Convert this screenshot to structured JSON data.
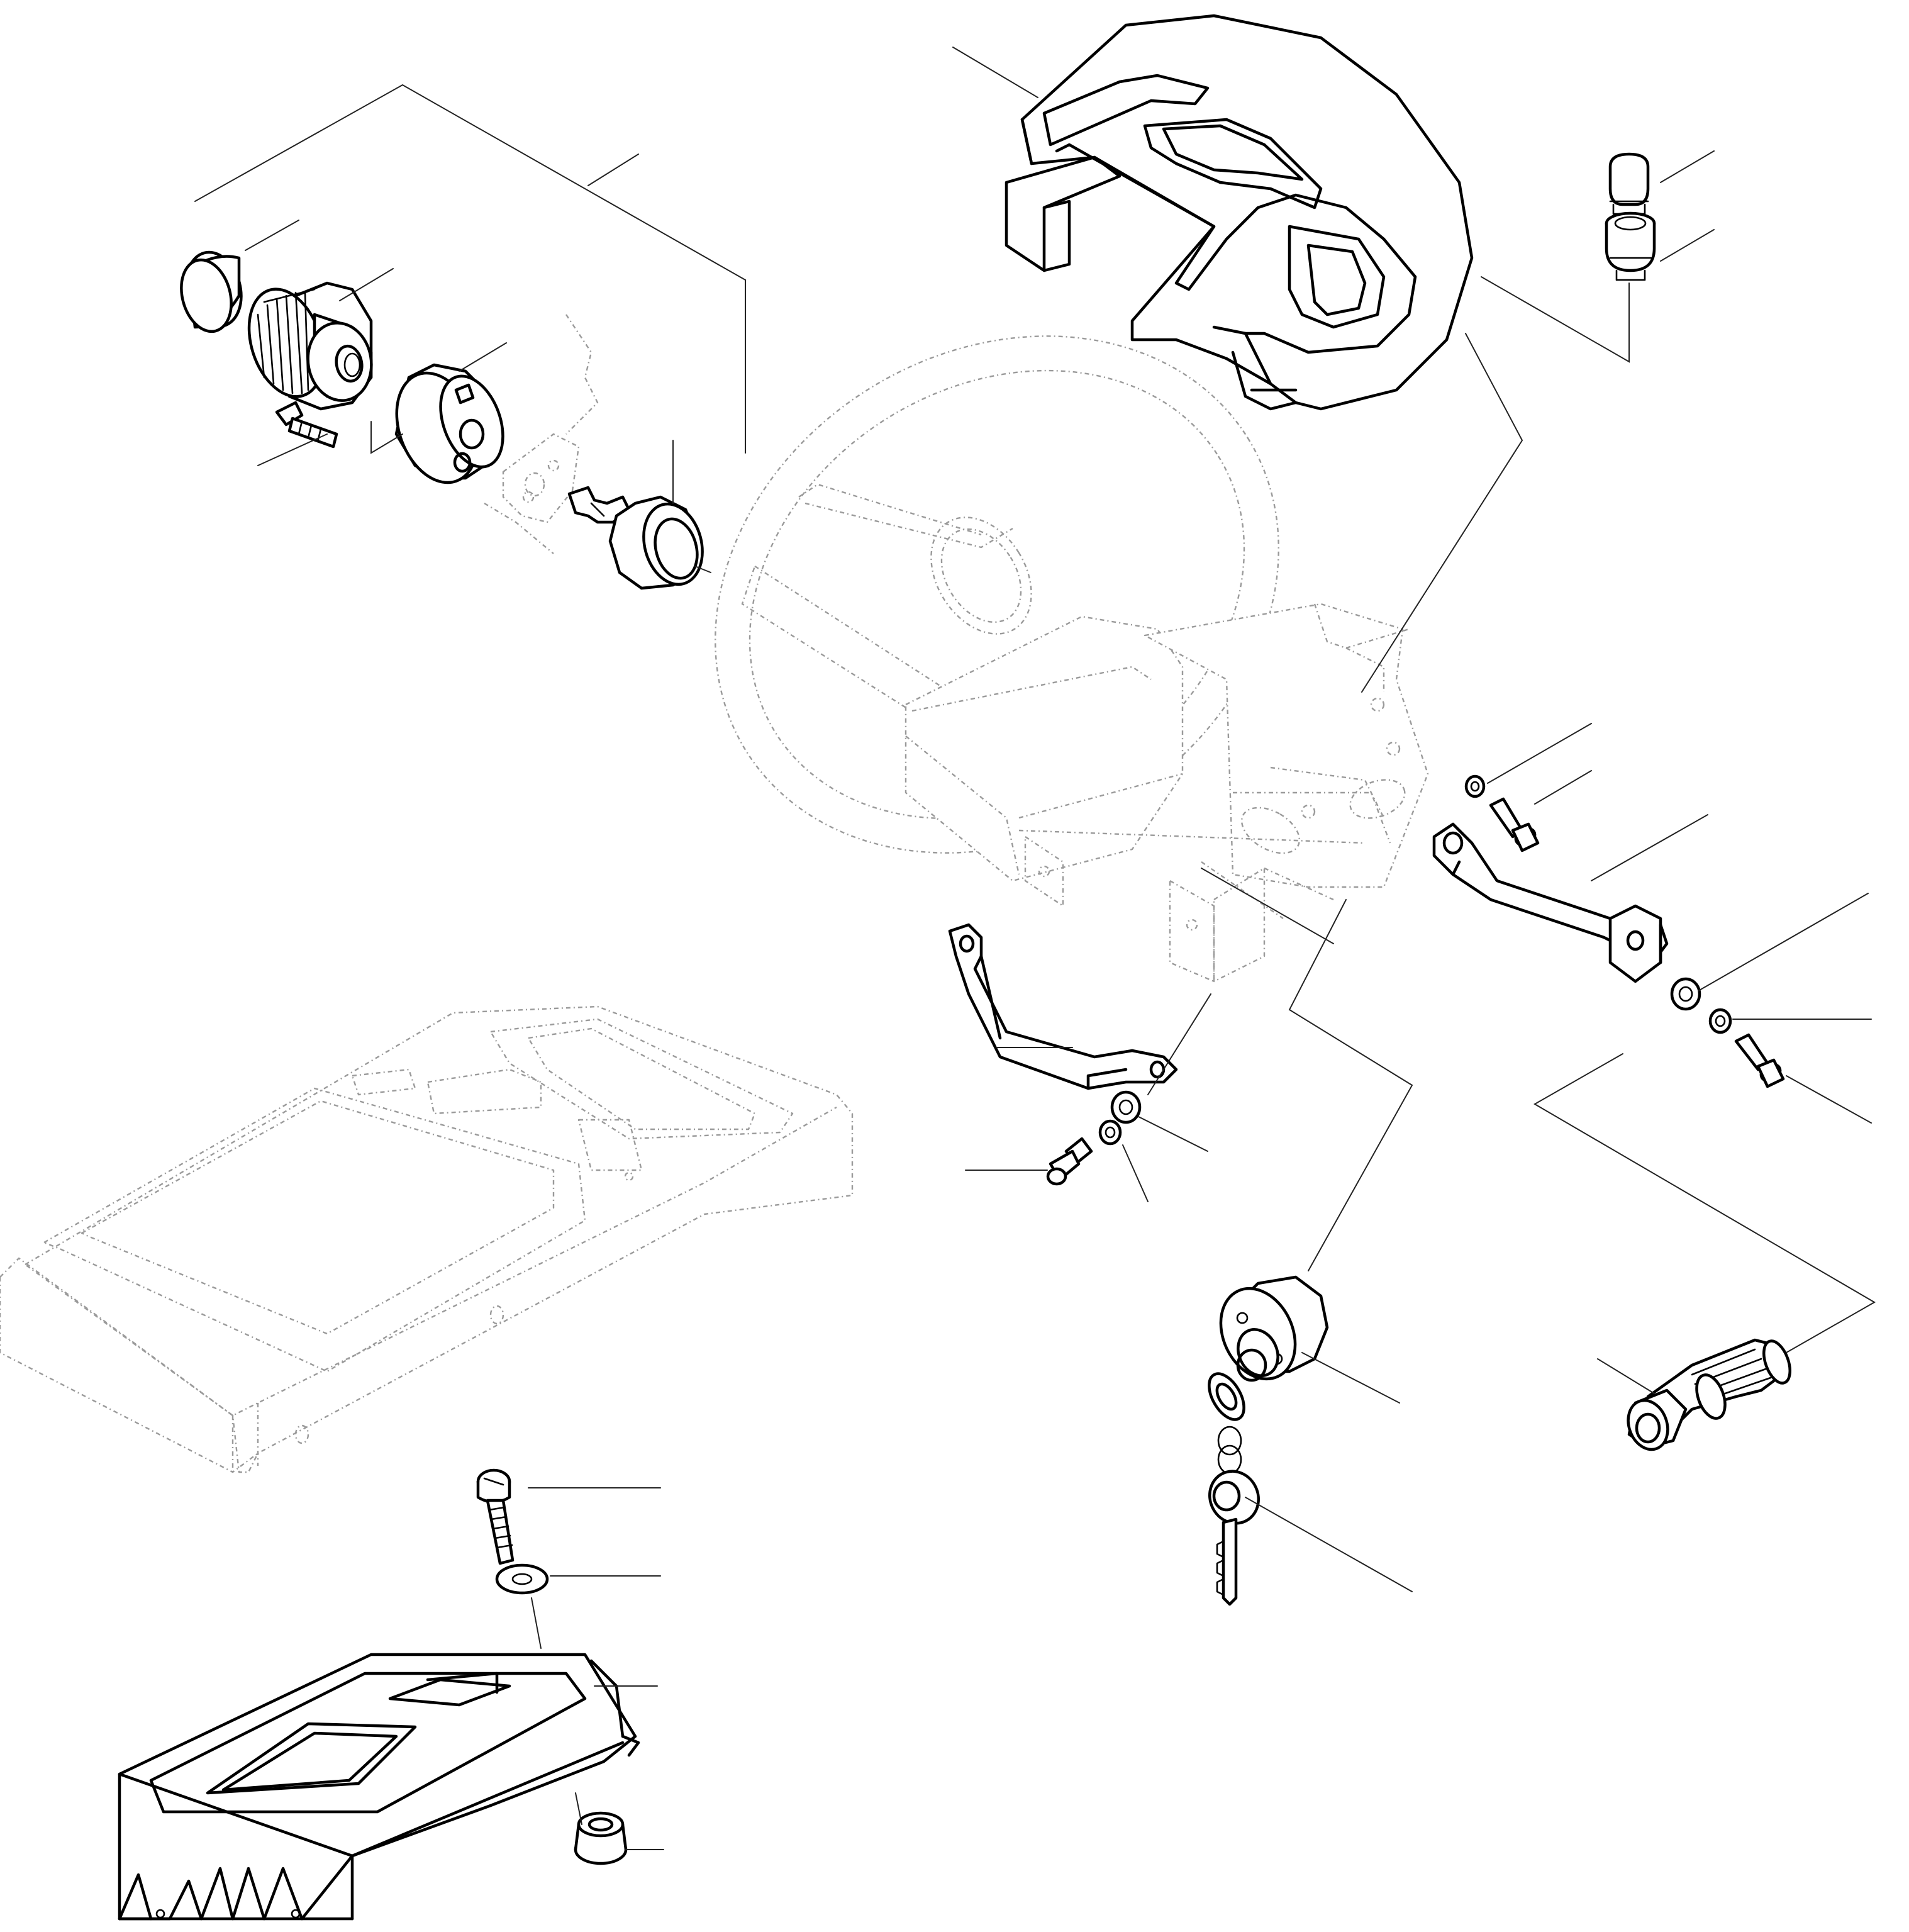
{
  "figure": {
    "kind": "exploded-parts-diagram",
    "printed_text": [],
    "ink_color": "#000000",
    "phantom_color": "#9a9a9a",
    "background": "#ffffff"
  },
  "parts": [
    {
      "id": "instrument-cowl",
      "icon": "cowl-shroud-icon"
    },
    {
      "id": "indicator-bulb",
      "icon": "bulb-icon"
    },
    {
      "id": "bulb-holder",
      "icon": "socket-icon"
    },
    {
      "id": "knob-cap",
      "icon": "cap-icon"
    },
    {
      "id": "control-knob",
      "icon": "knob-icon"
    },
    {
      "id": "switch-bushing",
      "icon": "bushing-icon"
    },
    {
      "id": "bushing-screw",
      "icon": "screw-icon"
    },
    {
      "id": "rotary-switch",
      "icon": "rotary-switch-icon"
    },
    {
      "id": "steering-wheel",
      "icon": "steering-wheel-icon",
      "phantom": true
    },
    {
      "id": "steering-column-bracket",
      "icon": "bracket-icon",
      "phantom": true
    },
    {
      "id": "lock-washer",
      "icon": "washer-icon"
    },
    {
      "id": "mounting-bolt",
      "icon": "bolt-icon"
    },
    {
      "id": "support-strap-right",
      "icon": "strap-icon"
    },
    {
      "id": "support-strap-left",
      "icon": "strap-icon"
    },
    {
      "id": "flat-washer",
      "icon": "washer-icon"
    },
    {
      "id": "ignition-switch",
      "icon": "ignition-switch-icon"
    },
    {
      "id": "ignition-key",
      "icon": "key-icon"
    },
    {
      "id": "cigar-lighter",
      "icon": "lighter-icon"
    },
    {
      "id": "dashboard-console",
      "icon": "console-icon",
      "phantom": true
    },
    {
      "id": "panel-screw",
      "icon": "screw-icon"
    },
    {
      "id": "panel-washer",
      "icon": "washer-icon"
    },
    {
      "id": "dash-panel-cover",
      "icon": "panel-cover-icon"
    },
    {
      "id": "rubber-grommet",
      "icon": "grommet-icon"
    }
  ]
}
